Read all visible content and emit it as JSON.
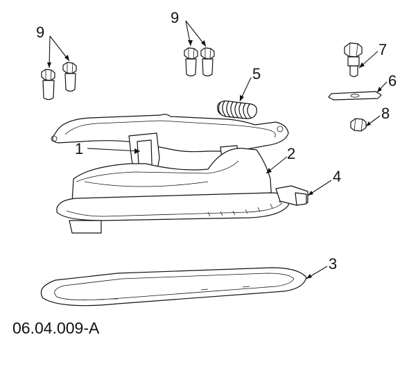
{
  "diagram": {
    "labels": {
      "p1": "1",
      "p2": "2",
      "p3": "3",
      "p4": "4",
      "p5": "5",
      "p6": "6",
      "p7": "7",
      "p8": "8",
      "p9_left": "9",
      "p9_right": "9"
    },
    "drawing_code": "06.04.009-A",
    "colors": {
      "ink": "#111111",
      "background": "#ffffff"
    }
  }
}
